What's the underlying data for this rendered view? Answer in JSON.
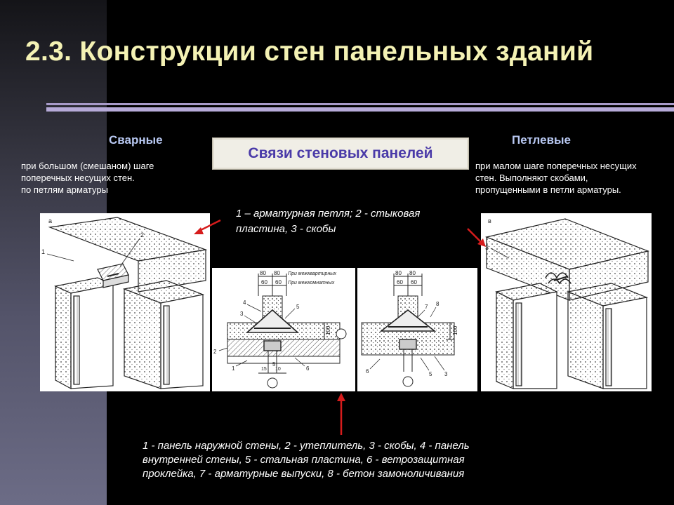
{
  "slide": {
    "title": "2.3. Конструкции стен панельных зданий"
  },
  "left": {
    "heading": "Сварные",
    "note_lines": [
      "при большом (смешаном) шаге",
      "поперечных несущих стен.",
      "по петлям арматуры"
    ]
  },
  "center": {
    "box_title": "Связи стеновых панелей",
    "caption_lines": [
      "1 – арматурная петля; 2 - стыковая",
      "пластина, 3 - скобы"
    ]
  },
  "right": {
    "heading": "Петлевые",
    "note_lines": [
      "при малом шаге поперечных несущих",
      "стен. Выполняют скобами,",
      "пропущенными в петли арматуры."
    ]
  },
  "legend": {
    "lines": [
      "1 - панель наружной стены, 2 - утеплитель, 3 - скобы, 4 - панель",
      "внутренней стены, 5 - стальная пластина, 6 - ветрозащитная",
      "проклейка, 7 - арматурные выпуски, 8 - бетон замоноличивания"
    ]
  },
  "figures": {
    "left_iso": {
      "letter": "а",
      "callouts": [
        "1",
        "2"
      ]
    },
    "sec1": {
      "dims_top": [
        "80",
        "80"
      ],
      "dims_mid": [
        "60",
        "60"
      ],
      "dims_bot": [
        "15",
        "10"
      ],
      "note_top": "При межквартирных",
      "note_mid": "При межкомнатных",
      "height": "100",
      "callouts": [
        "4",
        "3",
        "5",
        "2",
        "1",
        "5",
        "6"
      ]
    },
    "sec2": {
      "dims_top": [
        "80",
        "80"
      ],
      "dims_mid": [
        "60",
        "60"
      ],
      "height": "100",
      "callouts": [
        "7",
        "8",
        "6",
        "5",
        "3"
      ]
    },
    "right_iso": {
      "letter": "в",
      "callouts": [
        "3"
      ]
    }
  },
  "colors": {
    "title": "#f4f2b4",
    "heading": "#b8c8f2",
    "box_text": "#4a3aa8",
    "rule": "#a79ac9",
    "arrow": "#d61c1c"
  }
}
